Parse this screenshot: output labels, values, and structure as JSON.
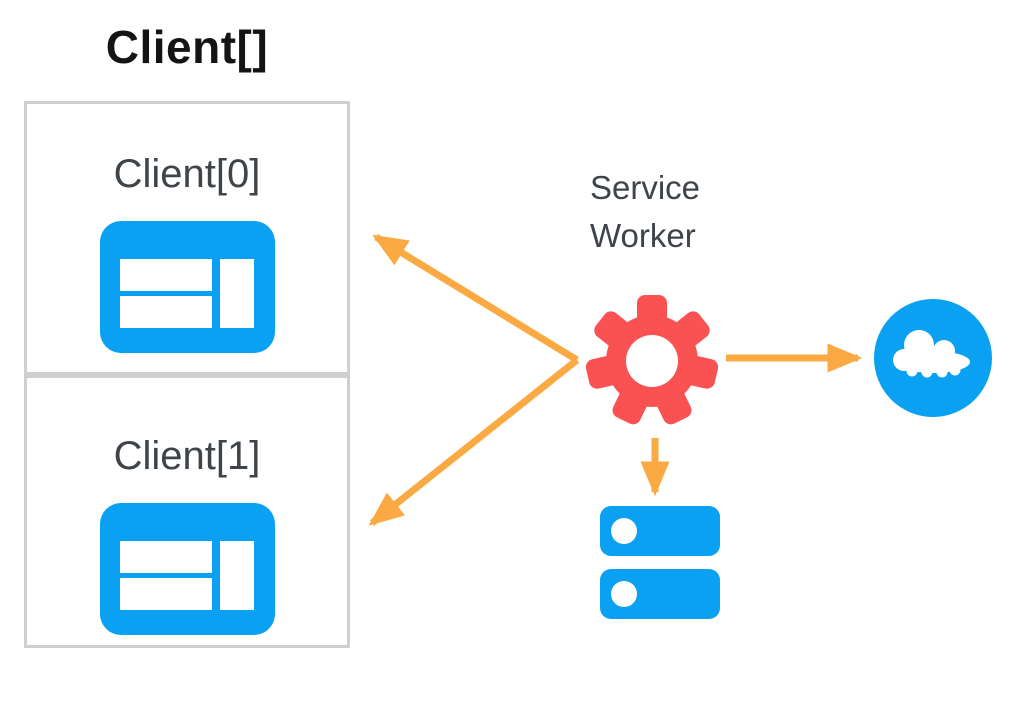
{
  "diagram": {
    "title": "Client[]",
    "clients": [
      {
        "label": "Client[0]",
        "icon": "browser-window-icon"
      },
      {
        "label": "Client[1]",
        "icon": "browser-window-icon"
      }
    ],
    "service_worker": {
      "line1": "Service",
      "line2": "Worker",
      "icon": "gear-icon"
    },
    "network": {
      "icon": "cloud-icon"
    },
    "storage": {
      "icon": "storage-servers-icon"
    },
    "arrows": [
      {
        "name": "arrow-sw-to-client0",
        "direction": "up-left"
      },
      {
        "name": "arrow-sw-to-client1",
        "direction": "down-left"
      },
      {
        "name": "arrow-sw-to-cloud",
        "direction": "right"
      },
      {
        "name": "arrow-sw-to-storage",
        "direction": "down"
      }
    ],
    "colors": {
      "blue": "#0ba1f2",
      "red": "#fa5252",
      "orange": "#fbaa43",
      "box-border": "#cfcfcf",
      "label": "#3e4449",
      "title": "#141414",
      "bg": "#ffffff"
    }
  }
}
